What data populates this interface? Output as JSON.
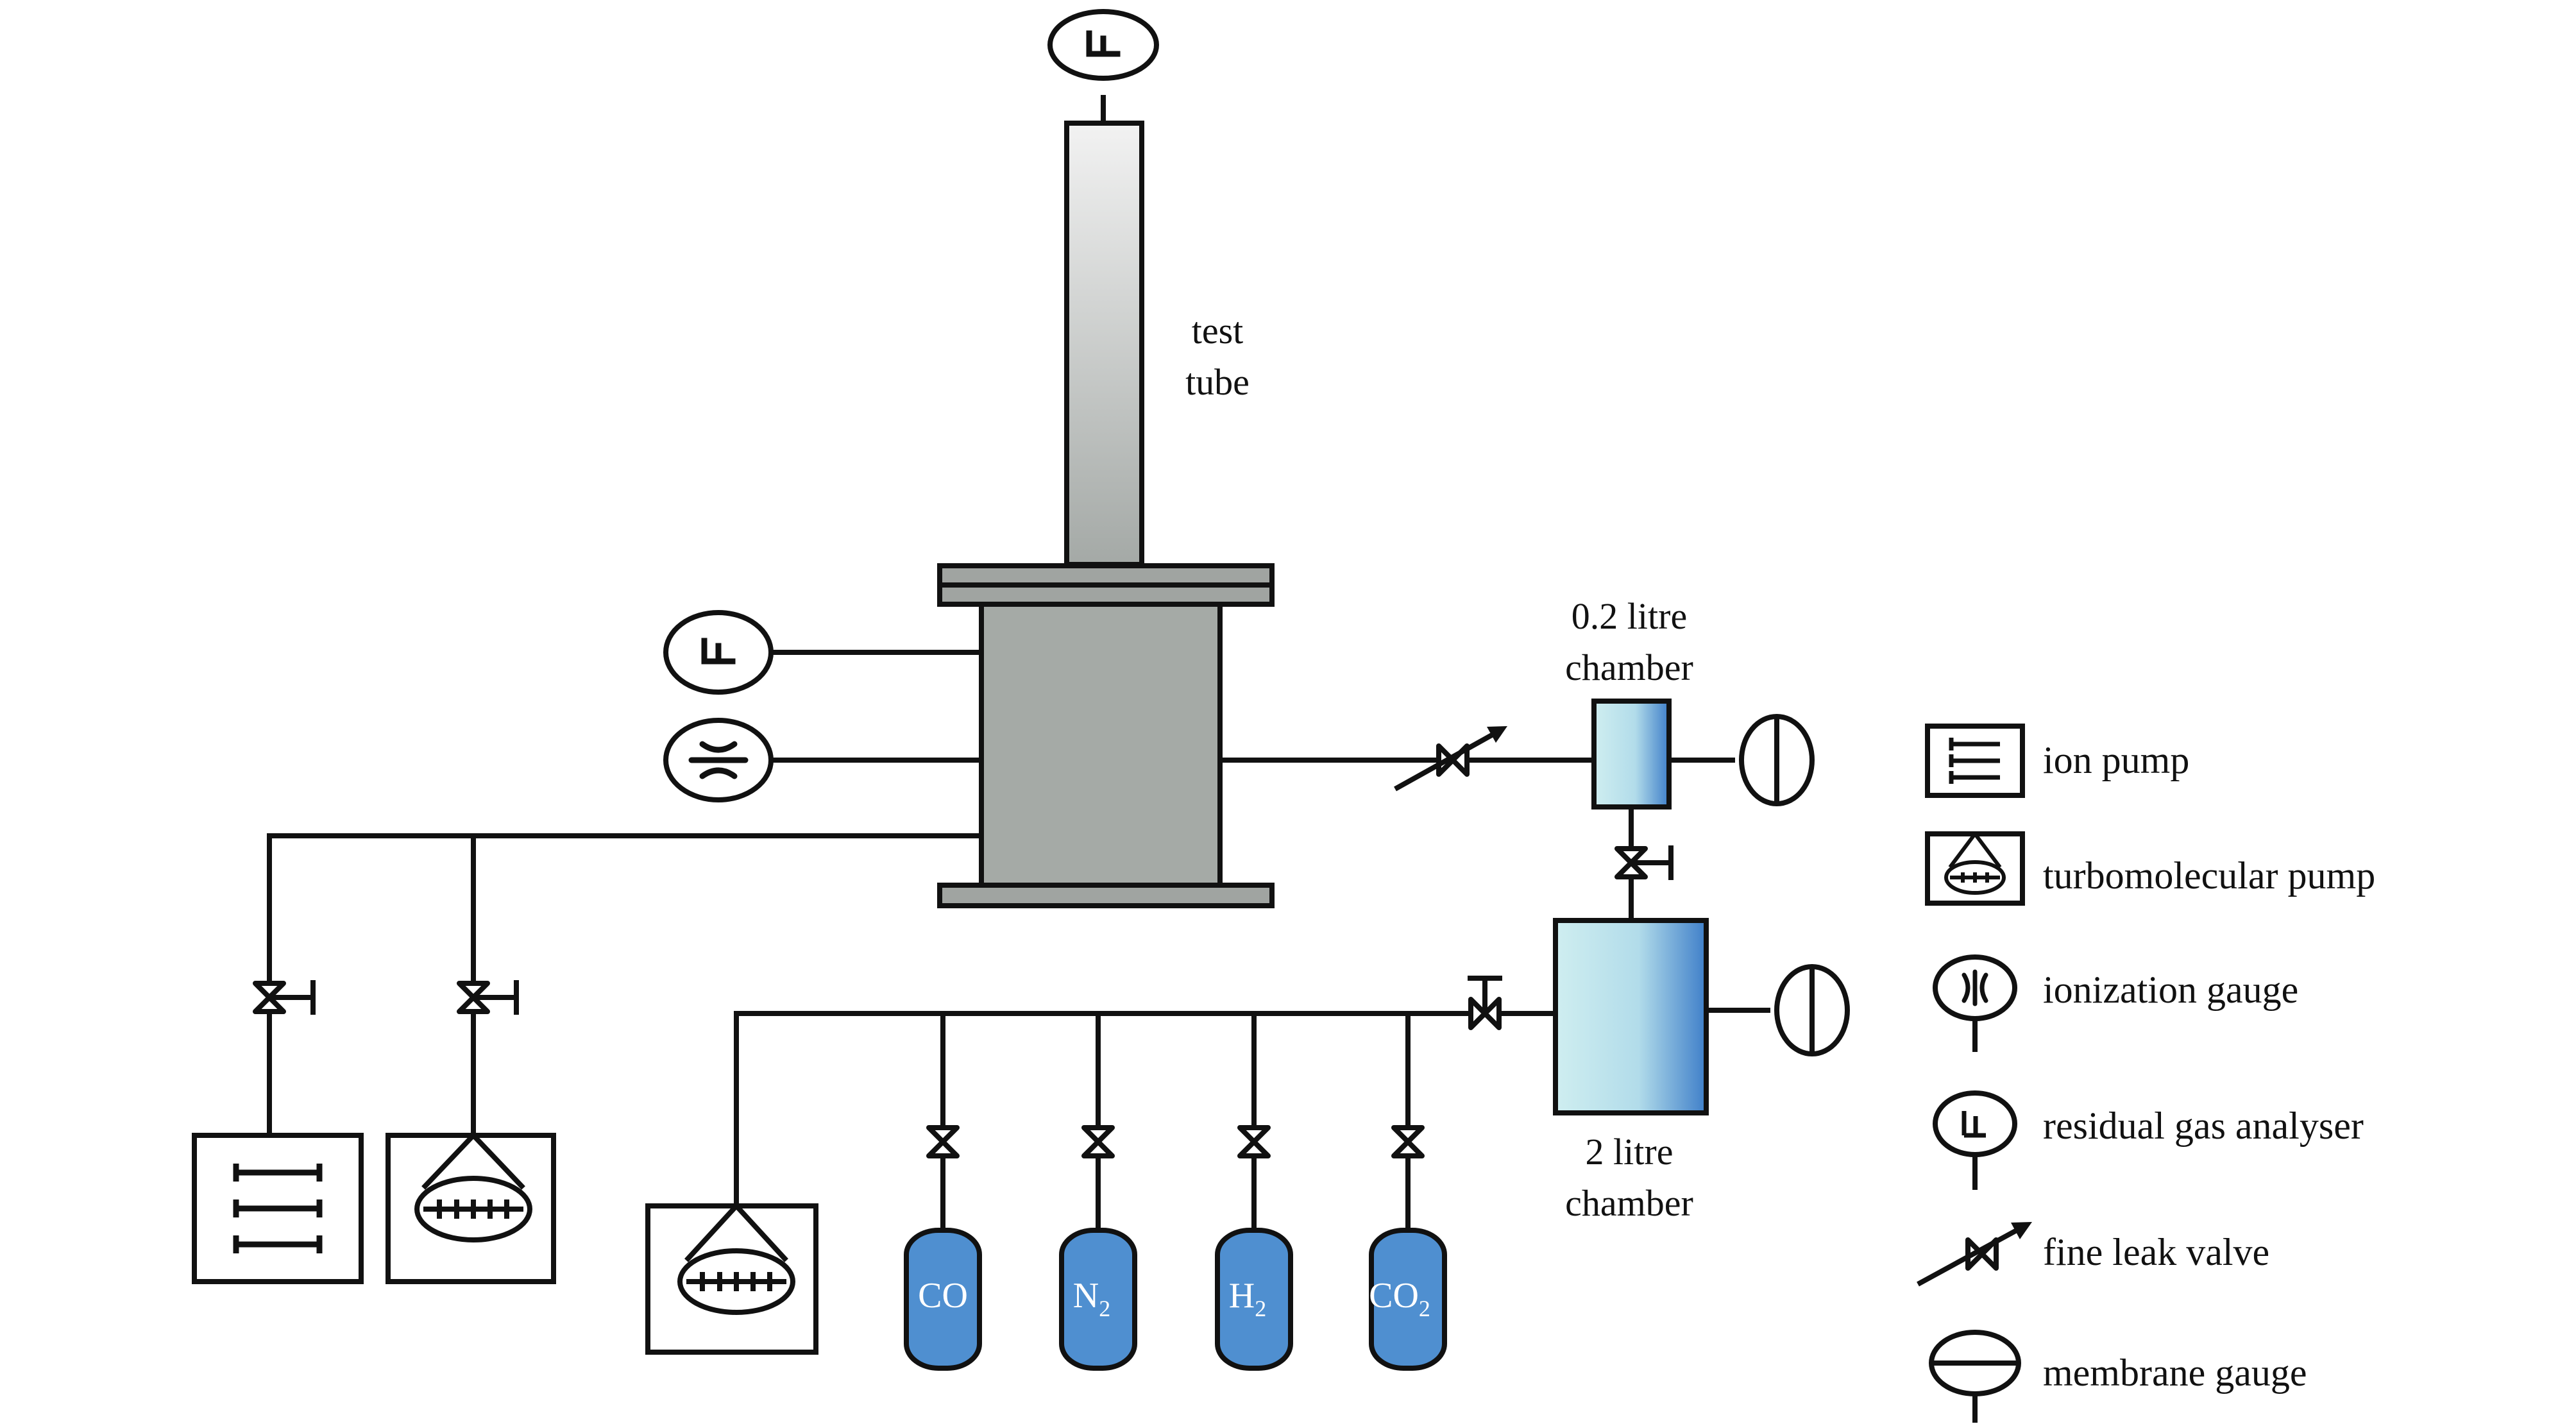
{
  "labels": {
    "test_tube_line1": "test",
    "test_tube_line2": "tube",
    "small_chamber_line1": "0.2 litre",
    "small_chamber_line2": "chamber",
    "big_chamber_line1": "2 litre",
    "big_chamber_line2": "chamber"
  },
  "gases": [
    {
      "base": "CO",
      "sub": ""
    },
    {
      "base": "N",
      "sub": "2"
    },
    {
      "base": "H",
      "sub": "2"
    },
    {
      "base": "CO",
      "sub": "2"
    }
  ],
  "legend": [
    {
      "label": "ion pump",
      "icon": "ion-pump-icon"
    },
    {
      "label": "turbomolecular pump",
      "icon": "turbomolecular-pump-icon"
    },
    {
      "label": "ionization gauge",
      "icon": "ionization-gauge-icon"
    },
    {
      "label": "residual gas analyser",
      "icon": "residual-gas-analyser-icon"
    },
    {
      "label": "fine leak valve",
      "icon": "fine-leak-valve-icon"
    },
    {
      "label": "membrane gauge",
      "icon": "membrane-gauge-icon"
    }
  ],
  "colors": {
    "line": "#111111",
    "tube_light": "#f2f2f2",
    "tube_dark": "#a9aeab",
    "vessel_gray": "#a5aaa6",
    "flange_gray": "#a0a4a1",
    "chamber_light": "#cfeef0",
    "chamber_dark": "#3f7fc9",
    "cylinder_blue": "#4f8fd0"
  }
}
